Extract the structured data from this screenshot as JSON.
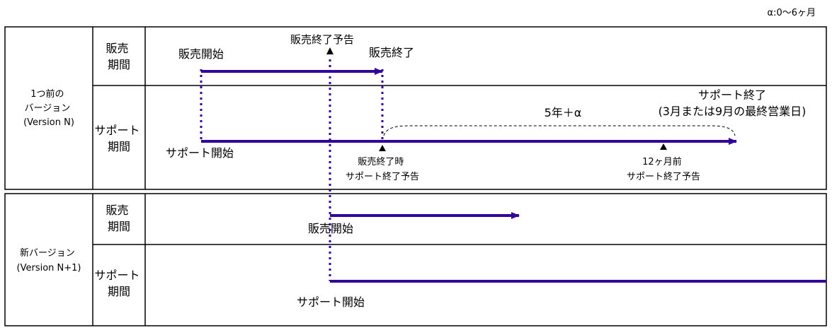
{
  "note": "α:0～6ヶ月",
  "colors": {
    "accent": "#330099",
    "line": "#000000"
  },
  "sections": [
    {
      "label_lines": [
        "1つ前の",
        "バージョン",
        "(Version N)"
      ],
      "sales_label_lines": [
        "販売",
        "期間"
      ],
      "support_label_lines": [
        "サポート",
        "期間"
      ]
    },
    {
      "label_lines": [
        "新バージョン",
        "(Version N+1)"
      ],
      "sales_label_lines": [
        "販売",
        "期間"
      ],
      "support_label_lines": [
        "サポート",
        "期間"
      ]
    }
  ],
  "annotations": {
    "old_sales_start": "販売開始",
    "sales_end_notice": "販売終了予告",
    "old_sales_end": "販売終了",
    "support_end_title": "サポート終了",
    "support_end_detail": "(3月または9月の最終営業日)",
    "support_duration": "5年＋α",
    "old_support_start": "サポート開始",
    "notice_at_sales_end_lines": [
      "販売終了時",
      "サポート終了予告"
    ],
    "notice_12_months_lines": [
      "12ヶ月前",
      "サポート終了予告"
    ],
    "new_sales_start": "販売開始",
    "new_support_start": "サポート開始"
  }
}
